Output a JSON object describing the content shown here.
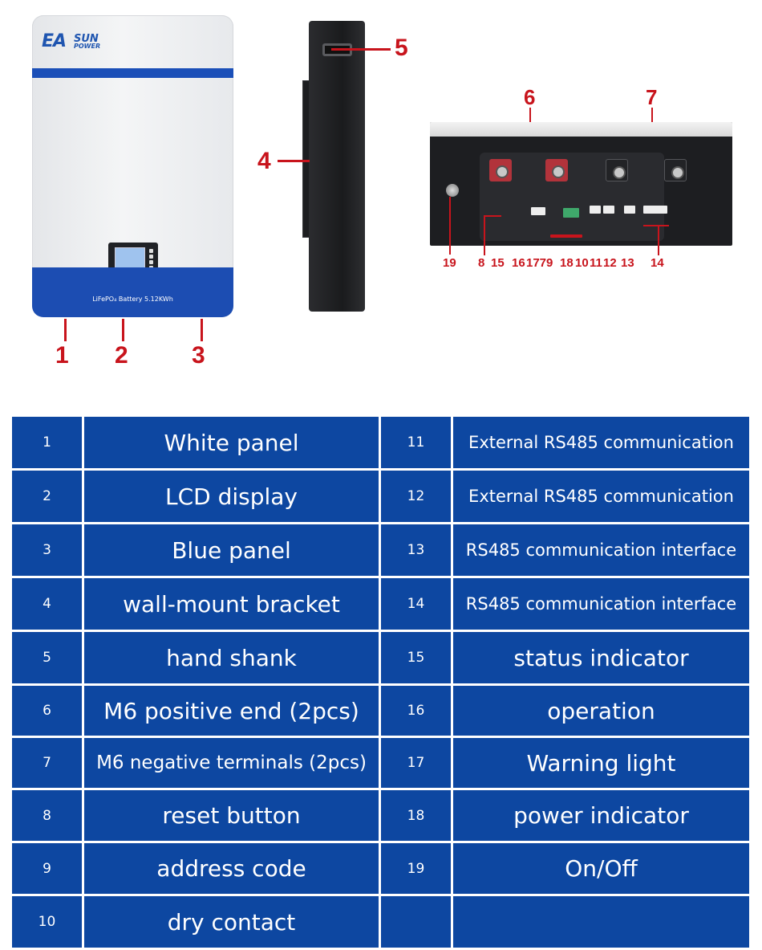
{
  "logo": {
    "ea": "EA",
    "sun": "SUN",
    "power": "POWER"
  },
  "battery_label": "LiFePO₄ Battery 5.12KWh",
  "callouts_front": [
    "1",
    "2",
    "3"
  ],
  "callouts_side": [
    "4",
    "5"
  ],
  "callouts_top": [
    "6",
    "7"
  ],
  "callouts_bottom": [
    "19",
    "8",
    "15",
    "16",
    "1779",
    "18",
    "10",
    "11",
    "12",
    "13",
    "14"
  ],
  "table": {
    "rows": [
      {
        "n1": "1",
        "l1": "White panel",
        "n2": "11",
        "l2": "External RS485 communication"
      },
      {
        "n1": "2",
        "l1": "LCD display",
        "n2": "12",
        "l2": "External RS485 communication"
      },
      {
        "n1": "3",
        "l1": "Blue panel",
        "n2": "13",
        "l2": "RS485 communication interface"
      },
      {
        "n1": "4",
        "l1": "wall-mount bracket",
        "n2": "14",
        "l2": "RS485 communication interface"
      },
      {
        "n1": "5",
        "l1": "hand shank",
        "n2": "15",
        "l2": "status indicator"
      },
      {
        "n1": "6",
        "l1": "M6 positive end (2pcs)",
        "n2": "16",
        "l2": "operation"
      },
      {
        "n1": "7",
        "l1": "M6 negative terminals (2pcs)",
        "n2": "17",
        "l2": "Warning light"
      },
      {
        "n1": "8",
        "l1": "reset button",
        "n2": "18",
        "l2": "power indicator"
      },
      {
        "n1": "9",
        "l1": "address code",
        "n2": "19",
        "l2": "On/Off"
      },
      {
        "n1": "10",
        "l1": "dry contact",
        "n2": "",
        "l2": ""
      }
    ]
  }
}
